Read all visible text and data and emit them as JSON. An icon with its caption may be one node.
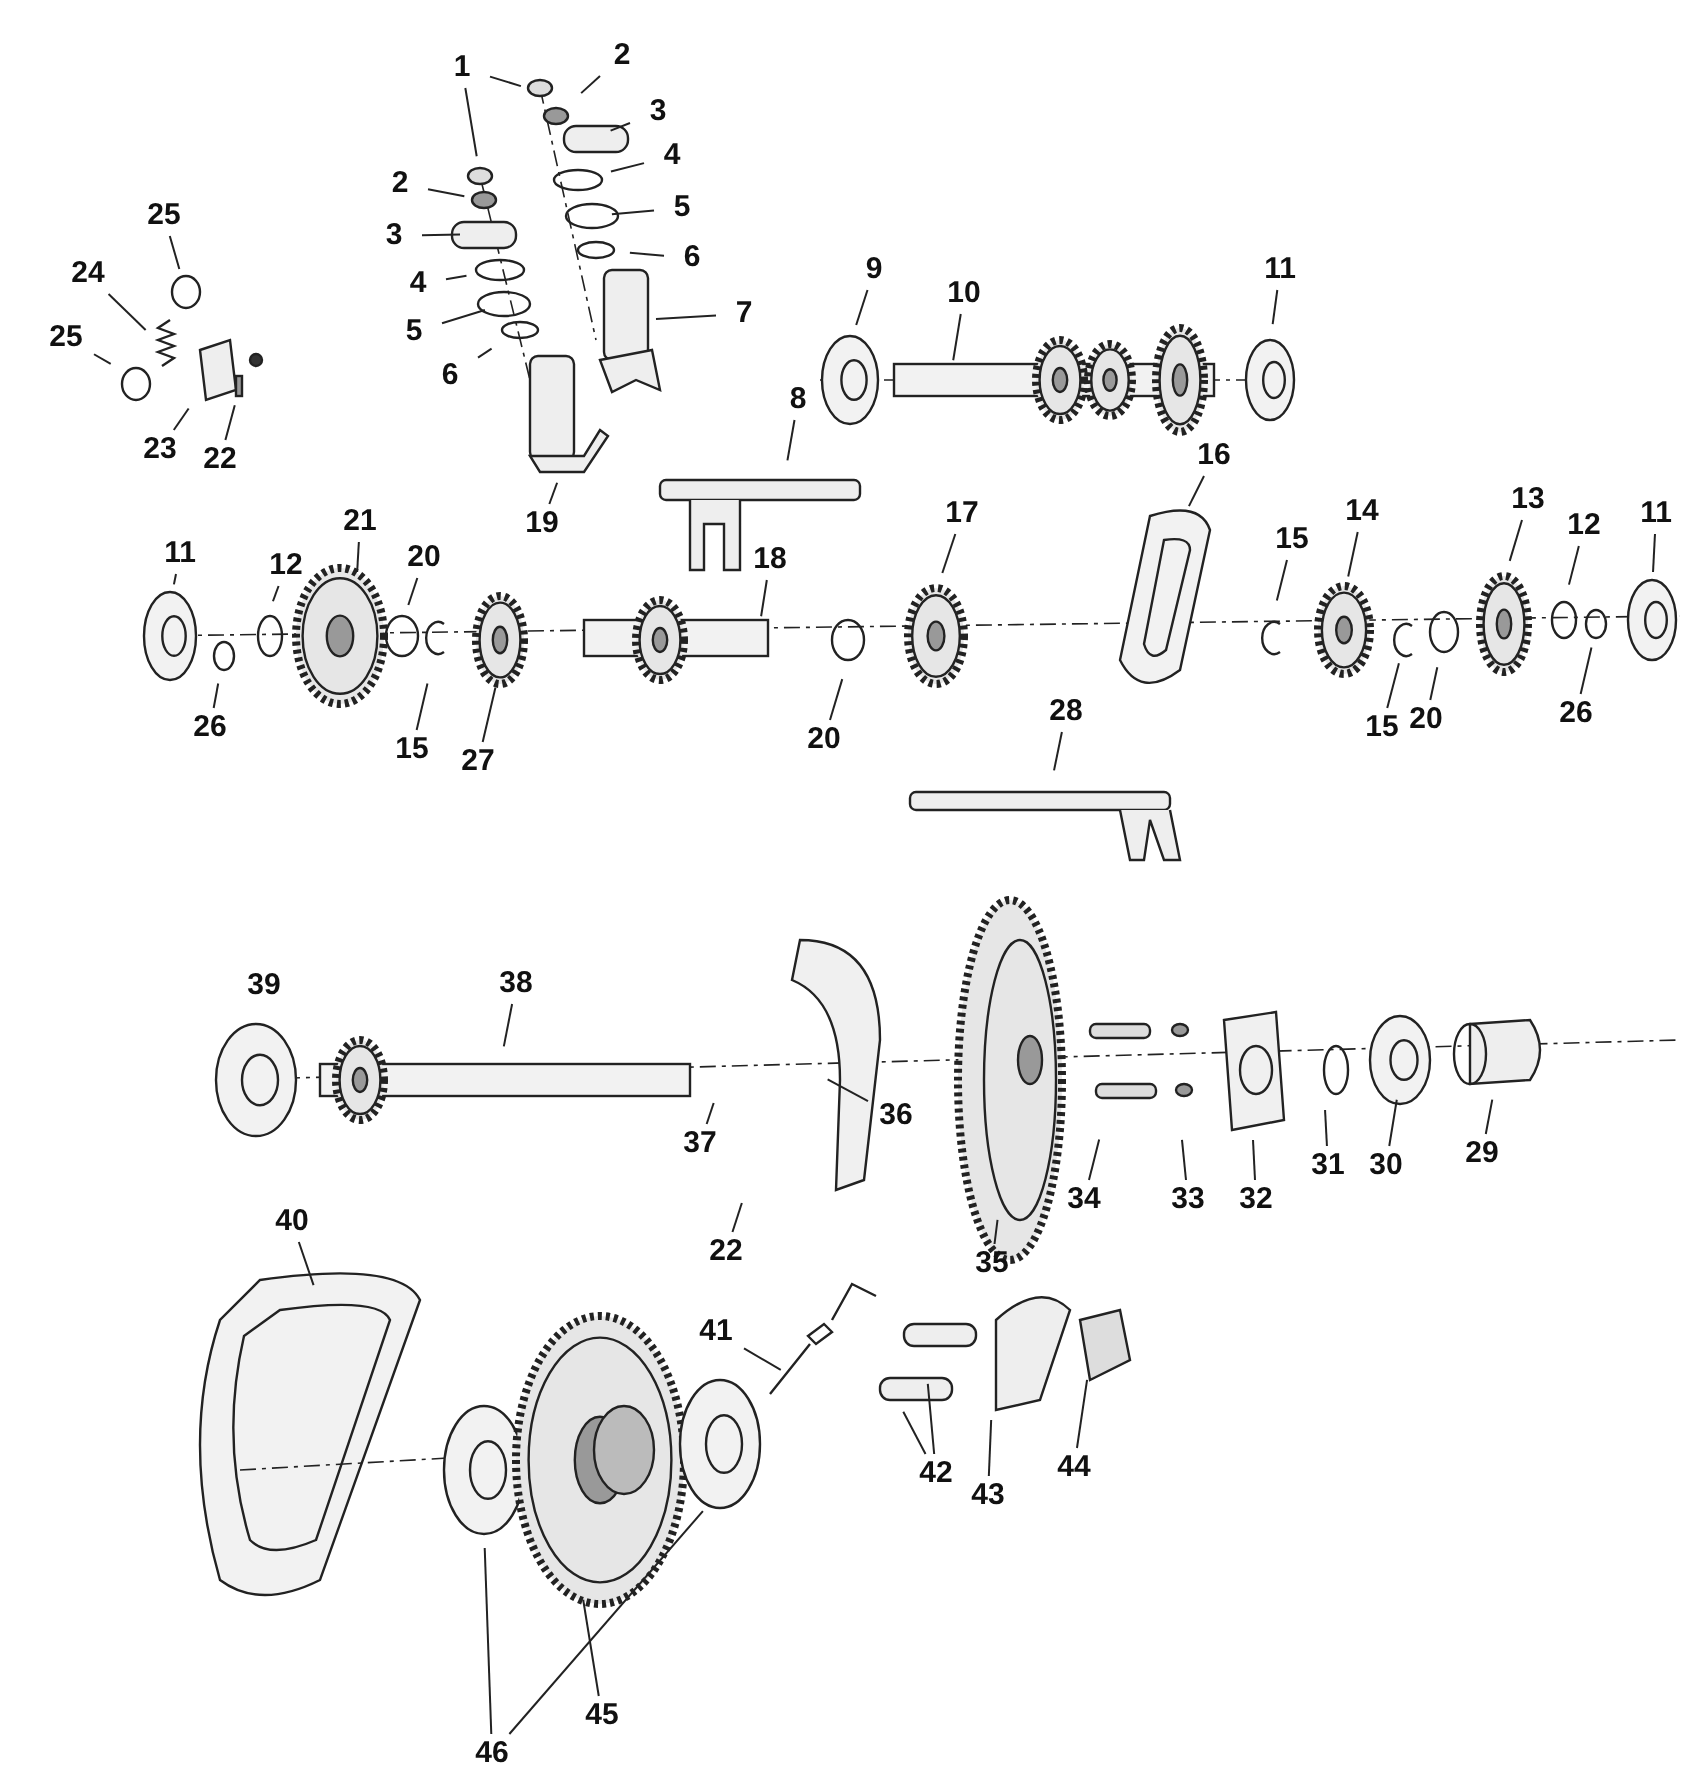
{
  "diagram": {
    "nodes": [
      {
        "text": [
          "1"
        ]
      },
      {
        "text": [
          "2"
        ]
      },
      {
        "text": [
          "3"
        ]
      },
      {
        "text": [
          "4"
        ]
      },
      {
        "text": [
          "5"
        ]
      },
      {
        "text": [
          "6"
        ]
      },
      {
        "text": [
          "7"
        ]
      },
      {
        "text": [
          "2"
        ]
      },
      {
        "text": [
          "3"
        ]
      },
      {
        "text": [
          "4"
        ]
      },
      {
        "text": [
          "5"
        ]
      },
      {
        "text": [
          "6"
        ]
      },
      {
        "text": [
          "19"
        ]
      },
      {
        "text": [
          "25"
        ]
      },
      {
        "text": [
          "24"
        ]
      },
      {
        "text": [
          "25"
        ]
      },
      {
        "text": [
          "23"
        ]
      },
      {
        "text": [
          "22"
        ]
      },
      {
        "text": [
          "8"
        ]
      },
      {
        "text": [
          "9"
        ]
      },
      {
        "text": [
          "10"
        ]
      },
      {
        "text": [
          "11"
        ]
      },
      {
        "text": [
          "16"
        ]
      },
      {
        "text": [
          "17"
        ]
      },
      {
        "text": [
          "15"
        ]
      },
      {
        "text": [
          "14"
        ]
      },
      {
        "text": [
          "13"
        ]
      },
      {
        "text": [
          "12"
        ]
      },
      {
        "text": [
          "11"
        ]
      },
      {
        "text": [
          "26"
        ]
      },
      {
        "text": [
          "20"
        ]
      },
      {
        "text": [
          "15"
        ]
      },
      {
        "text": [
          "20"
        ]
      },
      {
        "text": [
          "11"
        ]
      },
      {
        "text": [
          "12"
        ]
      },
      {
        "text": [
          "21"
        ]
      },
      {
        "text": [
          "20"
        ]
      },
      {
        "text": [
          "26"
        ]
      },
      {
        "text": [
          "15"
        ]
      },
      {
        "text": [
          "27"
        ]
      },
      {
        "text": [
          "18"
        ]
      },
      {
        "text": [
          "28"
        ]
      },
      {
        "text": [
          "38"
        ]
      },
      {
        "text": [
          "37"
        ]
      },
      {
        "text": [
          "36"
        ]
      },
      {
        "text": [
          "22"
        ]
      },
      {
        "text": [
          "35"
        ]
      },
      {
        "text": [
          "34"
        ]
      },
      {
        "text": [
          "33"
        ]
      },
      {
        "text": [
          "32"
        ]
      },
      {
        "text": [
          "31"
        ]
      },
      {
        "text": [
          "30"
        ]
      },
      {
        "text": [
          "29"
        ]
      },
      {
        "text": [
          "40"
        ]
      },
      {
        "text": [
          "41"
        ]
      },
      {
        "text": [
          "42"
        ]
      },
      {
        "text": [
          "43"
        ]
      },
      {
        "text": [
          "44"
        ]
      },
      {
        "text": [
          "45"
        ]
      },
      {
        "text": [
          "46"
        ]
      }
    ],
    "edges": [
      {
        "from": 0,
        "to": null,
        "arrow": "none"
      },
      {
        "from": 0,
        "to": null,
        "arrow": "none"
      },
      {
        "from": 1,
        "to": null,
        "arrow": "none"
      },
      {
        "from": 2,
        "to": null,
        "arrow": "none"
      },
      {
        "from": 3,
        "to": null,
        "arrow": "none"
      },
      {
        "from": 4,
        "to": null,
        "arrow": "none"
      },
      {
        "from": 5,
        "to": null,
        "arrow": "none"
      },
      {
        "from": 6,
        "to": null,
        "arrow": "none"
      },
      {
        "from": 7,
        "to": null,
        "arrow": "none"
      },
      {
        "from": 8,
        "to": null,
        "arrow": "none"
      },
      {
        "from": 9,
        "to": null,
        "arrow": "none"
      },
      {
        "from": 10,
        "to": null,
        "arrow": "none"
      },
      {
        "from": 11,
        "to": null,
        "arrow": "none"
      },
      {
        "from": 12,
        "to": null,
        "arrow": "none"
      },
      {
        "from": 13,
        "to": null,
        "arrow": "none"
      },
      {
        "from": 14,
        "to": null,
        "arrow": "none"
      },
      {
        "from": 15,
        "to": null,
        "arrow": "none"
      },
      {
        "from": 16,
        "to": null,
        "arrow": "none"
      },
      {
        "from": 17,
        "to": null,
        "arrow": "none"
      },
      {
        "from": 18,
        "to": null,
        "arrow": "none"
      },
      {
        "from": 19,
        "to": null,
        "arrow": "none"
      },
      {
        "from": 20,
        "to": null,
        "arrow": "none"
      },
      {
        "from": 21,
        "to": null,
        "arrow": "none"
      },
      {
        "from": 22,
        "to": null,
        "arrow": "none"
      },
      {
        "from": 23,
        "to": null,
        "arrow": "none"
      },
      {
        "from": 24,
        "to": null,
        "arrow": "none"
      },
      {
        "from": 25,
        "to": null,
        "arrow": "none"
      },
      {
        "from": 26,
        "to": null,
        "arrow": "none"
      },
      {
        "from": 27,
        "to": null,
        "arrow": "none"
      },
      {
        "from": 28,
        "to": null,
        "arrow": "none"
      },
      {
        "from": 29,
        "to": null,
        "arrow": "none"
      },
      {
        "from": 30,
        "to": null,
        "arrow": "none"
      },
      {
        "from": 31,
        "to": null,
        "arrow": "none"
      },
      {
        "from": 32,
        "to": null,
        "arrow": "none"
      },
      {
        "from": 33,
        "to": null,
        "arrow": "none"
      },
      {
        "from": 34,
        "to": null,
        "arrow": "none"
      },
      {
        "from": 35,
        "to": null,
        "arrow": "none"
      },
      {
        "from": 36,
        "to": null,
        "arrow": "none"
      },
      {
        "from": 37,
        "to": null,
        "arrow": "none"
      },
      {
        "from": 38,
        "to": null,
        "arrow": "none"
      },
      {
        "from": 39,
        "to": null,
        "arrow": "none"
      },
      {
        "from": 40,
        "to": null,
        "arrow": "none"
      },
      {
        "from": 41,
        "to": null,
        "arrow": "none"
      },
      {
        "from": 42,
        "to": null,
        "arrow": "none"
      },
      {
        "from": 43,
        "to": null,
        "arrow": "none"
      },
      {
        "from": 44,
        "to": null,
        "arrow": "none"
      },
      {
        "from": 45,
        "to": null,
        "arrow": "none"
      },
      {
        "from": 46,
        "to": null,
        "arrow": "none"
      },
      {
        "from": 47,
        "to": null,
        "arrow": "none"
      },
      {
        "from": 48,
        "to": null,
        "arrow": "none"
      },
      {
        "from": 49,
        "to": null,
        "arrow": "none"
      },
      {
        "from": 50,
        "to": null,
        "arrow": "none"
      },
      {
        "from": 51,
        "to": null,
        "arrow": "none"
      },
      {
        "from": 52,
        "to": null,
        "arrow": "none"
      },
      {
        "from": 53,
        "to": null,
        "arrow": "none"
      },
      {
        "from": 54,
        "to": null,
        "arrow": "none"
      },
      {
        "from": 55,
        "to": null,
        "arrow": "none"
      },
      {
        "from": 55,
        "to": null,
        "arrow": "none"
      },
      {
        "from": 56,
        "to": null,
        "arrow": "none"
      },
      {
        "from": 57,
        "to": null,
        "arrow": "none"
      },
      {
        "from": 58,
        "to": null,
        "arrow": "none"
      },
      {
        "from": 59,
        "to": null,
        "arrow": "none"
      },
      {
        "from": 59,
        "to": null,
        "arrow": "none"
      }
    ],
    "labels": [
      "39"
    ]
  }
}
